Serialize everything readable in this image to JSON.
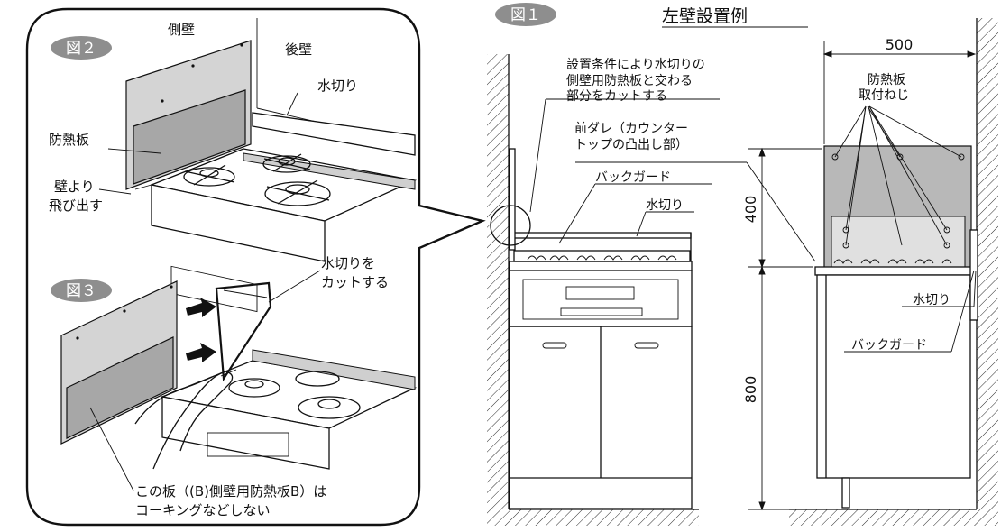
{
  "fig2": {
    "badge": "図２",
    "side_wall": "側壁",
    "back_wall": "後壁",
    "water_guard": "水切り",
    "heat_shield": "防熱板",
    "protrude_1": "壁より",
    "protrude_2": "飛び出す"
  },
  "fig3": {
    "badge": "図３",
    "cut_1": "水切りを",
    "cut_2": "カットする",
    "note_1": "この板（(B)側壁用防熱板B）は",
    "note_2": "コーキングなどしない"
  },
  "fig1": {
    "badge": "図１",
    "title": "左壁設置例",
    "cond_1": "設置条件により水切りの",
    "cond_2": "側壁用防熱板と交わる",
    "cond_3": "部分をカットする",
    "front_1": "前ダレ（カウンター",
    "front_2": "トップの凸出し部）",
    "back_guard": "バックガード",
    "water_guard": "水切り",
    "screws_1": "防熱板",
    "screws_2": "取付ねじ",
    "water_guard_right": "水切り",
    "back_guard_right": "バックガード",
    "dim_width": "500",
    "dim_upper": "400",
    "dim_lower": "800"
  }
}
